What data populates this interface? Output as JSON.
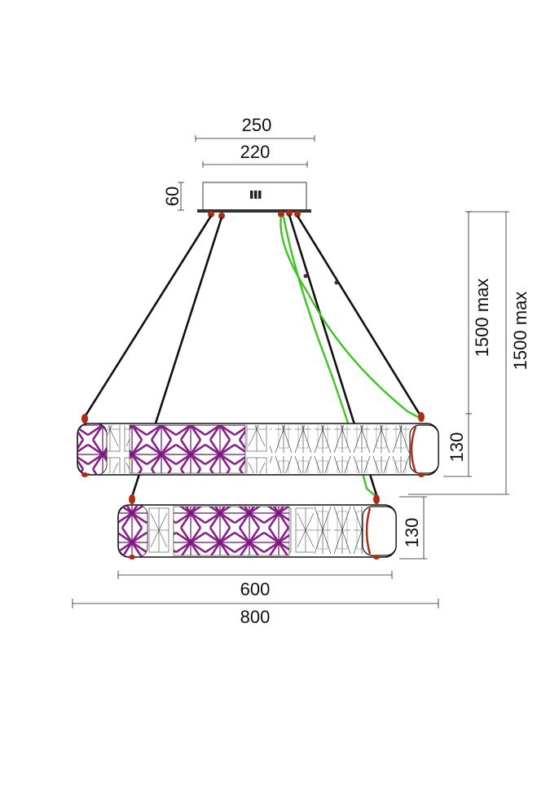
{
  "dimensions": {
    "canopy_outer_width": "250",
    "canopy_inner_width": "220",
    "canopy_height": "60",
    "upper_ring_suspension": "1500 max",
    "lower_ring_suspension": "1500 max",
    "upper_ring_height": "130",
    "lower_ring_height": "130",
    "lower_ring_diameter": "600",
    "upper_ring_diameter": "800"
  },
  "colors": {
    "wire": "#111111",
    "power_cord": "#3ec421",
    "crystal_accent": "#8a1f8a",
    "end_cap": "#b22a12"
  }
}
